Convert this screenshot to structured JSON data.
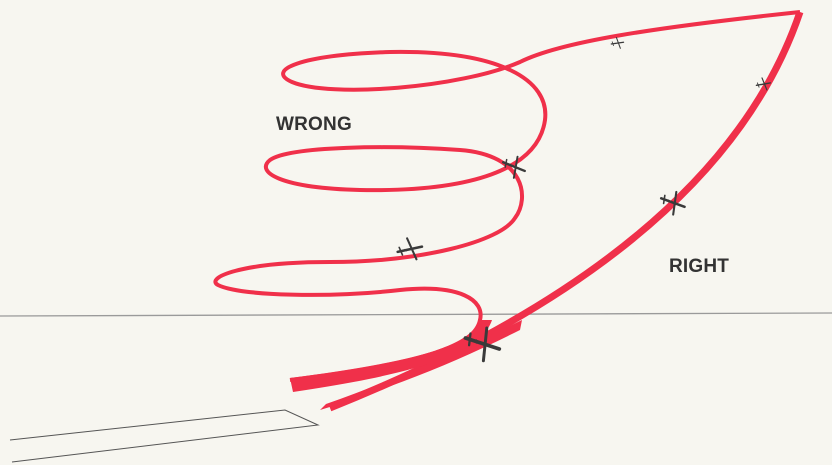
{
  "labels": {
    "wrong": "WRONG",
    "right": "RIGHT"
  },
  "colors": {
    "path": "#f0304a",
    "aircraft": "#3a3a3a",
    "horizon": "#9a9a9a",
    "runway": "#555555",
    "background": "#f7f6f0"
  },
  "icons": {
    "aircraft": "airplane-icon",
    "runway": "runway-outline"
  }
}
